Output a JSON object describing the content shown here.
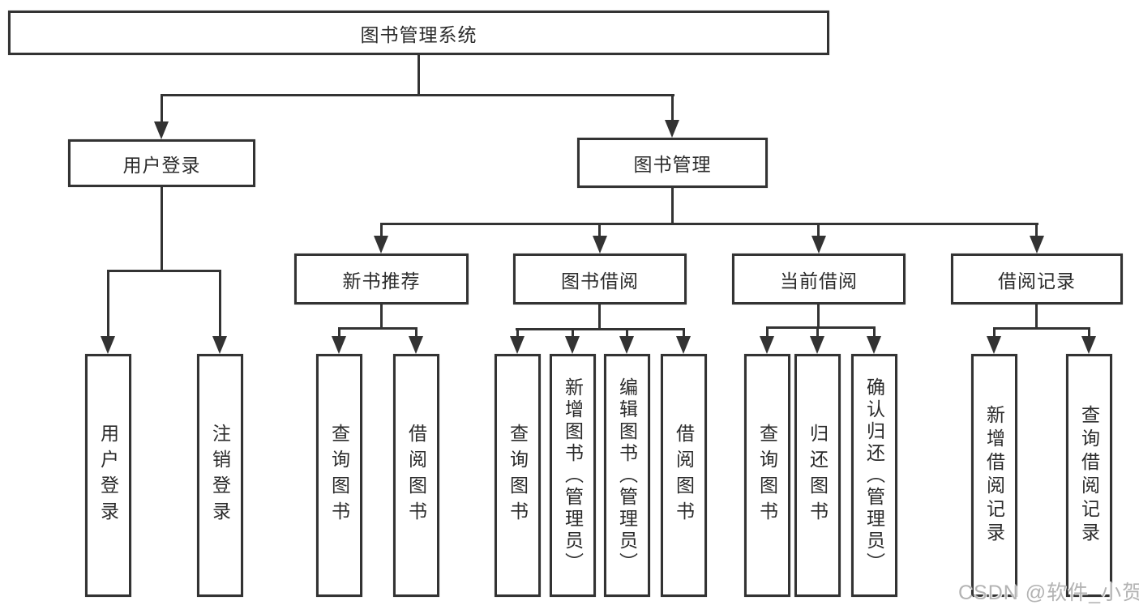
{
  "diagram": {
    "root": {
      "label": "图书管理系统"
    },
    "level2": {
      "user_login": {
        "label": "用户登录"
      },
      "book_management": {
        "label": "图书管理"
      }
    },
    "level3": {
      "new_book_recommend": {
        "label": "新书推荐"
      },
      "book_borrow": {
        "label": "图书借阅"
      },
      "current_borrow": {
        "label": "当前借阅"
      },
      "borrow_record": {
        "label": "借阅记录"
      }
    },
    "leaves": {
      "user_login": {
        "label": "用户登录"
      },
      "logout": {
        "label": "注销登录"
      },
      "query_books_recommend": {
        "label": "查询图书"
      },
      "borrow_books_recommend": {
        "label": "借阅图书"
      },
      "query_books_borrow": {
        "label": "查询图书"
      },
      "add_books_admin": {
        "label": "新增图书（管理员）"
      },
      "edit_books_admin": {
        "label": "编辑图书（管理员）"
      },
      "borrow_books_borrow": {
        "label": "借阅图书"
      },
      "query_books_current": {
        "label": "查询图书"
      },
      "return_books": {
        "label": "归还图书"
      },
      "confirm_return_admin": {
        "label": "确认归还（管理员）"
      },
      "add_borrow_record": {
        "label": "新增借阅记录"
      },
      "query_borrow_record": {
        "label": "查询借阅记录"
      }
    },
    "hierarchy": {
      "图书管理系统": {
        "用户登录": [
          "用户登录",
          "注销登录"
        ],
        "图书管理": {
          "新书推荐": [
            "查询图书",
            "借阅图书"
          ],
          "图书借阅": [
            "查询图书",
            "新增图书（管理员）",
            "编辑图书（管理员）",
            "借阅图书"
          ],
          "当前借阅": [
            "查询图书",
            "归还图书",
            "确认归还（管理员）"
          ],
          "借阅记录": [
            "新增借阅记录",
            "查询借阅记录"
          ]
        }
      }
    },
    "watermark": "CSDN @软件_小贺同学",
    "colors": {
      "line": "#333333",
      "text": "#2b2b2b",
      "background": "#ffffff",
      "watermark": "#b3b3b3"
    }
  }
}
